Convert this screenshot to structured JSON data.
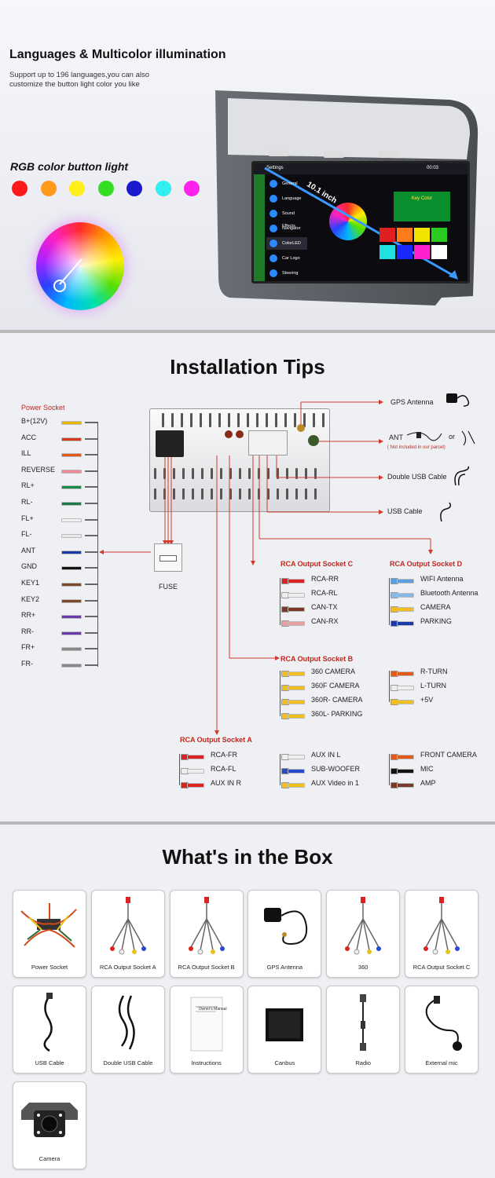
{
  "section1": {
    "title": "Languages & Multicolor illumination",
    "subtitle": "Support up to 196 languages,you can also customize the button light color you like",
    "rgb_title": "RGB color button light",
    "rgb_colors": [
      "#ff1a1a",
      "#ff9a1a",
      "#ffee1a",
      "#33dd22",
      "#1a1acc",
      "#33eeee",
      "#ff22ee"
    ],
    "screen": {
      "header": "Settings",
      "time": "00:03",
      "size_label": "10.1 inch",
      "menu": [
        "General",
        "Language",
        "Sound Effects",
        "Navigator",
        "ColorLED",
        "Car Logo",
        "Steering"
      ],
      "key_color_label": "Key Color",
      "key_swatches": [
        "#e02020",
        "#ff7a1a",
        "#f0e400",
        "#2acc22",
        "#22e0e0",
        "#1a2aff",
        "#ff22cc",
        "#ffffff"
      ]
    }
  },
  "section2": {
    "title": "Installation Tips",
    "power_socket": {
      "title": "Power Socket",
      "items": [
        {
          "label": "B+(12V)",
          "color": "#e6b800"
        },
        {
          "label": "ACC",
          "color": "#d63a1a"
        },
        {
          "label": "ILL",
          "color": "#e05a1a"
        },
        {
          "label": "REVERSE",
          "color": "#ee8899"
        },
        {
          "label": "RL+",
          "color": "#1a8a4a"
        },
        {
          "label": "RL-",
          "color": "#1a7a4a"
        },
        {
          "label": "FL+",
          "color": "#f0f0f0"
        },
        {
          "label": "FL-",
          "color": "#eaeaea"
        },
        {
          "label": "ANT",
          "color": "#1a3aaa"
        },
        {
          "label": "GND",
          "color": "#111111"
        },
        {
          "label": "KEY1",
          "color": "#7a4a2a"
        },
        {
          "label": "KEY2",
          "color": "#7a4a2a"
        },
        {
          "label": "RR+",
          "color": "#6a3aaa"
        },
        {
          "label": "RR-",
          "color": "#6a3aaa"
        },
        {
          "label": "FR+",
          "color": "#888888"
        },
        {
          "label": "FR-",
          "color": "#888888"
        }
      ]
    },
    "right_items": {
      "gps": "GPS Antenna",
      "ant": "ANT",
      "ant_note": "( Not included in our parcel)",
      "or": "or",
      "double_usb": "Double USB Cable",
      "usb": "USB Cable"
    },
    "fuse": "FUSE",
    "socket_c": {
      "title": "RCA Output Socket C",
      "items": [
        {
          "label": "RCA-RR",
          "color": "#dd2222"
        },
        {
          "label": "RCA-RL",
          "color": "#eeeeee"
        },
        {
          "label": "CAN-TX",
          "color": "#7a3a2a"
        },
        {
          "label": "CAN-RX",
          "color": "#e8a0a0"
        }
      ]
    },
    "socket_d": {
      "title": "RCA Output Socket D",
      "items": [
        {
          "label": "WIFI Antenna",
          "color": "#5aa0e0"
        },
        {
          "label": "Bluetooth Antenna",
          "color": "#88b8e8"
        },
        {
          "label": "CAMERA",
          "color": "#f0c020"
        },
        {
          "label": "PARKING",
          "color": "#1a3aaa"
        }
      ]
    },
    "socket_b": {
      "title": "RCA Output Socket B",
      "left": [
        {
          "label": "360 CAMERA",
          "color": "#f0c020"
        },
        {
          "label": "360F CAMERA",
          "color": "#f0c020"
        },
        {
          "label": "360R- CAMERA",
          "color": "#f0c020"
        },
        {
          "label": "360L- PARKING",
          "color": "#f0c020"
        }
      ],
      "right": [
        {
          "label": "R-TURN",
          "color": "#e05a1a"
        },
        {
          "label": "L-TURN",
          "color": "#eeeeee"
        },
        {
          "label": "+5V",
          "color": "#f0c020"
        }
      ]
    },
    "socket_a": {
      "title": "RCA Output Socket A",
      "col1": [
        {
          "label": "RCA-FR",
          "color": "#dd2222"
        },
        {
          "label": "RCA-FL",
          "color": "#eeeeee"
        },
        {
          "label": "AUX IN R",
          "color": "#dd2222"
        }
      ],
      "col2": [
        {
          "label": "AUX IN L",
          "color": "#eeeeee"
        },
        {
          "label": "SUB-WOOFER",
          "color": "#2a4acc"
        },
        {
          "label": "AUX Video in 1",
          "color": "#f0c020"
        }
      ],
      "col3": [
        {
          "label": "FRONT CAMERA",
          "color": "#e05a1a"
        },
        {
          "label": "MIC",
          "color": "#111111"
        },
        {
          "label": "AMP",
          "color": "#7a3a2a"
        }
      ]
    }
  },
  "section3": {
    "title": "What's in the Box",
    "items": [
      {
        "label": "Power Socket",
        "icon": "power-socket-harness-icon"
      },
      {
        "label": "RCA Output Socket A",
        "icon": "rca-cable-icon"
      },
      {
        "label": "RCA Output Socket B",
        "icon": "rca-cable-icon"
      },
      {
        "label": "GPS Antenna",
        "icon": "gps-antenna-icon"
      },
      {
        "label": "360",
        "icon": "rca-cable-icon"
      },
      {
        "label": "RCA Output Socket C",
        "icon": "rca-cable-icon"
      },
      {
        "label": "USB Cable",
        "icon": "usb-cable-icon"
      },
      {
        "label": "Double USB Cable",
        "icon": "double-usb-cable-icon"
      },
      {
        "label": "Instructions",
        "icon": "manual-icon"
      },
      {
        "label": "Canbus",
        "icon": "canbus-box-icon"
      },
      {
        "label": "Radio",
        "icon": "radio-cable-icon"
      },
      {
        "label": "External mic",
        "icon": "microphone-icon"
      },
      {
        "label": "Camera",
        "icon": "camera-icon"
      }
    ],
    "manual_cover": "Owner's Manual"
  }
}
